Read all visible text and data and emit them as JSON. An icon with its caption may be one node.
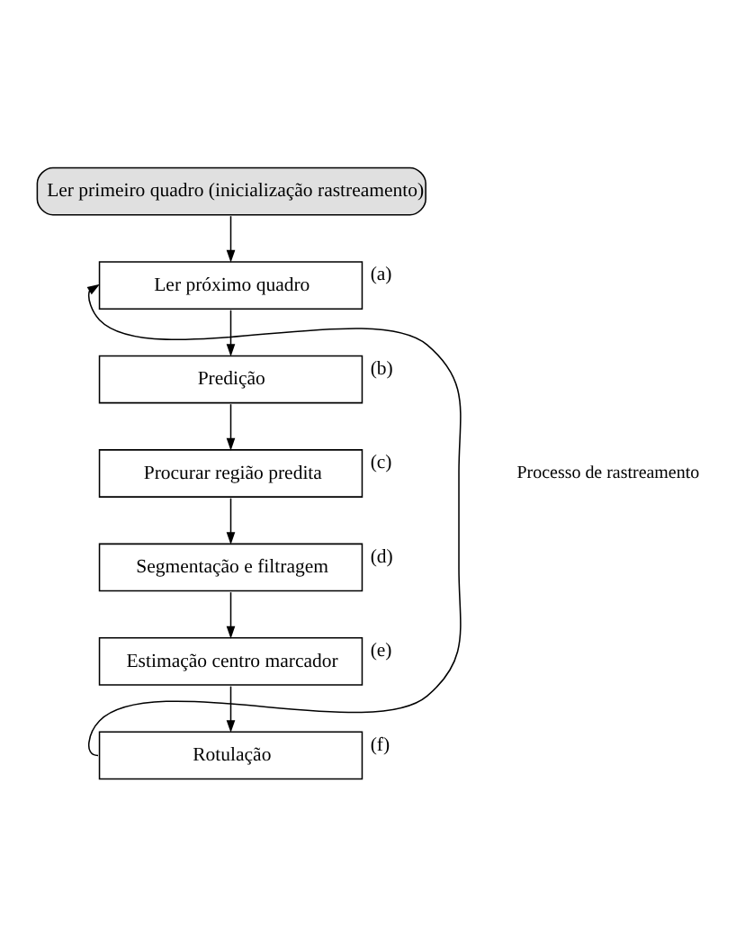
{
  "diagram": {
    "nodes": [
      {
        "text": [
          "Ler primeiro quadro (inicialização rastreamento)"
        ]
      },
      {
        "text": [
          "Ler próximo quadro"
        ],
        "beside": [
          "(a)"
        ]
      },
      {
        "text": [
          "Predição"
        ],
        "beside": [
          "(b)"
        ]
      },
      {
        "text": [
          "Procurar região predita"
        ],
        "beside": [
          "(c)"
        ]
      },
      {
        "text": [
          "Segmentação e filtragem"
        ],
        "beside": [
          "(d)"
        ]
      },
      {
        "text": [
          "Estimação centro marcador"
        ],
        "beside": [
          "(e)"
        ]
      },
      {
        "text": [
          "Rotulação"
        ],
        "beside": [
          "(f)"
        ]
      }
    ],
    "edges": [
      {
        "from": 0,
        "to": 1,
        "arrow": "to"
      },
      {
        "from": 1,
        "to": 2,
        "arrow": "to"
      },
      {
        "from": 2,
        "to": 3,
        "arrow": "to"
      },
      {
        "from": 3,
        "to": 4,
        "arrow": "to"
      },
      {
        "from": 4,
        "to": 5,
        "arrow": "to"
      },
      {
        "from": 5,
        "to": 6,
        "arrow": "to"
      },
      {
        "from": 6,
        "to": 1,
        "arrow": "to"
      }
    ],
    "labels": [
      "Processo de rastreamento"
    ]
  }
}
